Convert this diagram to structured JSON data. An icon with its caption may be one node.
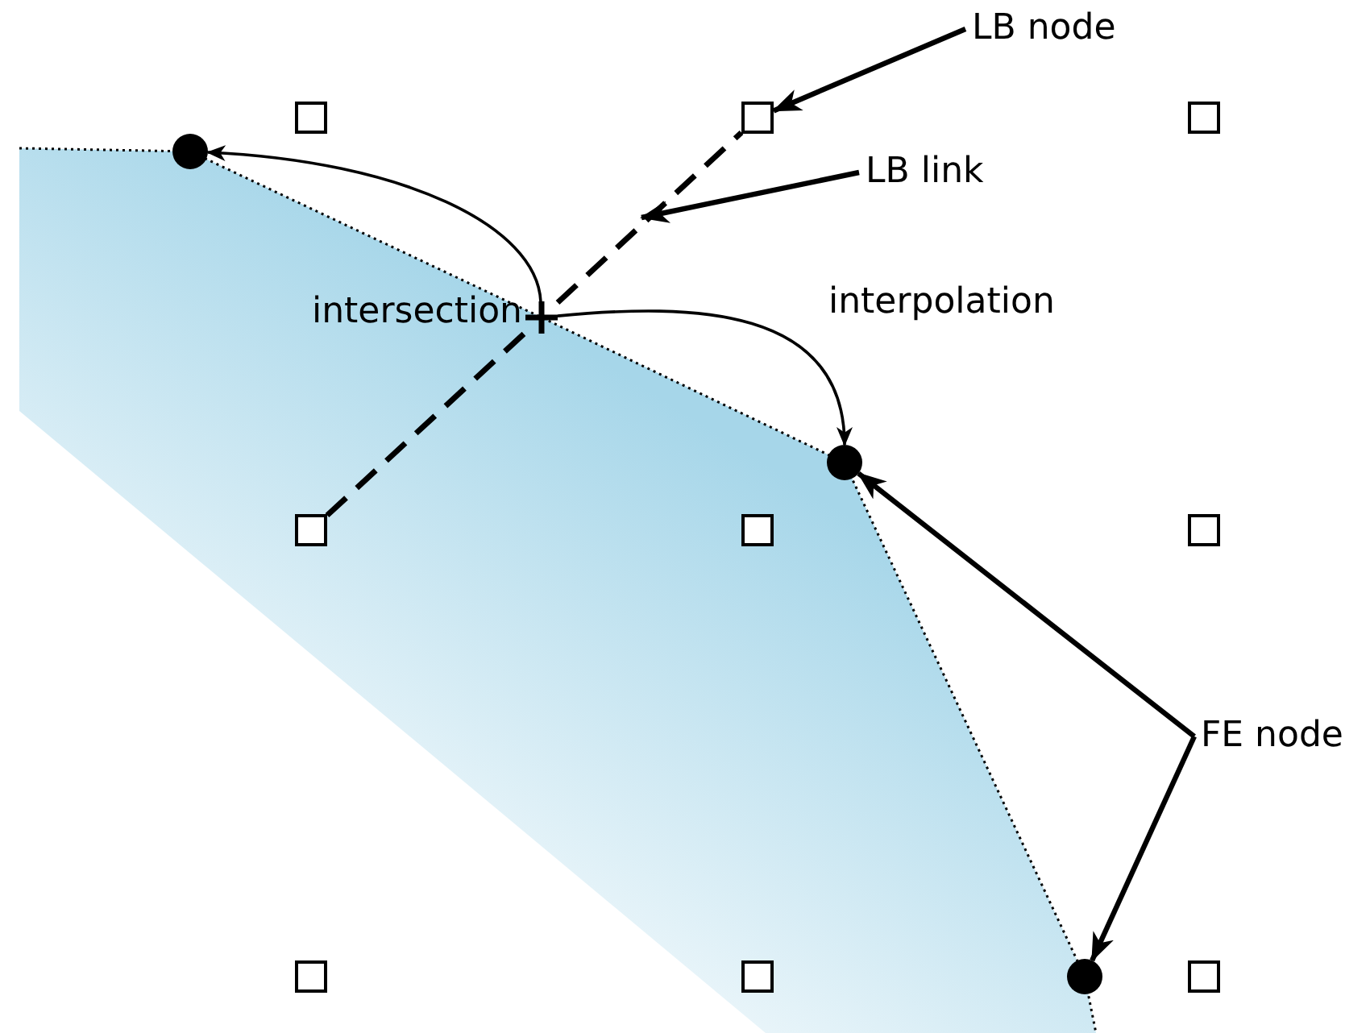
{
  "diagram": {
    "nodes": [
      {
        "text": [],
        "shape": "box"
      },
      {
        "text": [],
        "shape": "box"
      },
      {
        "text": [],
        "shape": "box"
      },
      {
        "text": [],
        "shape": "box"
      },
      {
        "text": [],
        "shape": "box"
      },
      {
        "text": [],
        "shape": "box"
      },
      {
        "text": [],
        "shape": "box"
      },
      {
        "text": [],
        "shape": "box"
      },
      {
        "text": [],
        "shape": "box"
      },
      {
        "text": [],
        "shape": "circle"
      },
      {
        "text": [],
        "shape": "circle"
      },
      {
        "text": [],
        "shape": "circle"
      },
      {
        "text": [],
        "shape": "cross",
        "beside": [
          "intersection"
        ]
      },
      {
        "text": [
          "LB node"
        ]
      },
      {
        "text": [
          "LB link"
        ]
      },
      {
        "text": [
          "FE node"
        ]
      }
    ],
    "edges": [
      {
        "from": 12,
        "to": 9,
        "arrow": "to"
      },
      {
        "from": 12,
        "to": 10,
        "arrow": "to",
        "label": "interpolation"
      },
      {
        "from": 3,
        "to": 12,
        "arrow": "none",
        "style": "dashed"
      },
      {
        "from": 12,
        "to": 1,
        "arrow": "none",
        "style": "dashed"
      },
      {
        "from": 13,
        "to": 1,
        "arrow": "to"
      },
      {
        "from": 14,
        "to": null,
        "arrow": "to"
      },
      {
        "from": 15,
        "to": 10,
        "arrow": "to"
      },
      {
        "from": 15,
        "to": 11,
        "arrow": "to"
      }
    ]
  }
}
